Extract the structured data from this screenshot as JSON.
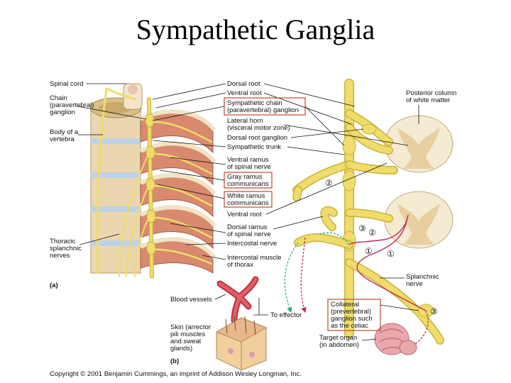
{
  "title": "Sympathetic Ganglia",
  "labels": {
    "spinal_cord": "Spinal cord",
    "chain": [
      "Chain",
      "(paravertebral)",
      "ganglion"
    ],
    "body_of_vertebra": [
      "Body of a",
      "vertebra"
    ],
    "thoracic_splanchnic": [
      "Thoracic",
      "splanchnic",
      "nerves"
    ],
    "dorsal_root": "Dorsal root",
    "ventral_root_top": "Ventral root",
    "sympathetic_chain_ganglion": [
      "Sympathetic chain",
      "(paravertebral) ganglion"
    ],
    "lateral_horn": [
      "Lateral horn",
      "(visceral motor zone)"
    ],
    "dorsal_root_ganglion": "Dorsal root ganglion",
    "sympathetic_trunk": "Sympathetic trunk",
    "ventral_ramus": [
      "Ventral ramus",
      "of spinal nerve"
    ],
    "gray_ramus": [
      "Gray ramus",
      "communicans"
    ],
    "white_ramus": [
      "White ramus",
      "communicans"
    ],
    "ventral_root_bottom": "Ventral root",
    "dorsal_ramus": [
      "Dorsal ramus",
      "of spinal nerve"
    ],
    "intercostal_nerve": "Intercostal nerve",
    "intercostal_muscle": [
      "Intercostal muscle",
      "of thorax"
    ],
    "posterior_column": [
      "Posterior column",
      "of white matter"
    ],
    "splanchnic_nerve": [
      "Splanchnic",
      "nerve"
    ],
    "collateral_ganglion": [
      "Collateral",
      "(prevertebral)",
      "ganglion such",
      "as the celiac"
    ],
    "target_organ": [
      "Target organ",
      "(in abdomen)"
    ],
    "blood_vessels": "Blood vessels",
    "skin": [
      "Skin (arrector",
      "pili muscles",
      "and sweat",
      "glands)"
    ],
    "to_effector": "To effector",
    "panel_a": "(a)",
    "panel_b": "(b)",
    "pathway_1a": "①",
    "pathway_1b": "①",
    "pathway_2a": "②",
    "pathway_2b": "②",
    "pathway_3a": "③",
    "pathway_3b": "③"
  },
  "copyright": "Copyright © 2001 Benjamin Cummings, an imprint of Addison Wesley Longman, Inc.",
  "colors": {
    "nerve": "#f0dc6a",
    "muscle": "#d98a6e",
    "vertebra": "#e8d2a8",
    "highlight_box": "#c1462e",
    "preganglionic": "#c0305a",
    "postganglionic": "#3aa88f"
  }
}
